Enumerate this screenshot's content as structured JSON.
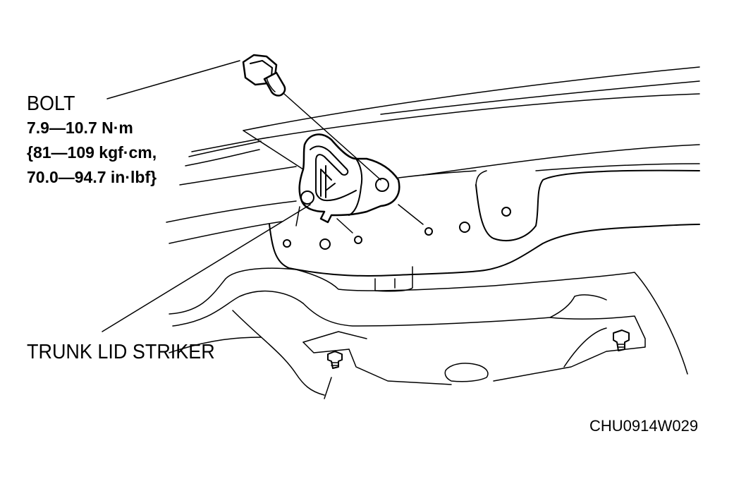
{
  "labels": {
    "bolt": {
      "name": "BOLT",
      "torque_nm": "7.9—10.7 N·m",
      "torque_kgfcm": "{81—109 kgf·cm,",
      "torque_inlbf": "70.0—94.7 in·lbf}"
    },
    "striker": {
      "name": "TRUNK LID STRIKER"
    },
    "figure_code": "CHU0914W029"
  },
  "colors": {
    "ink": "#000000",
    "paper": "#ffffff"
  }
}
